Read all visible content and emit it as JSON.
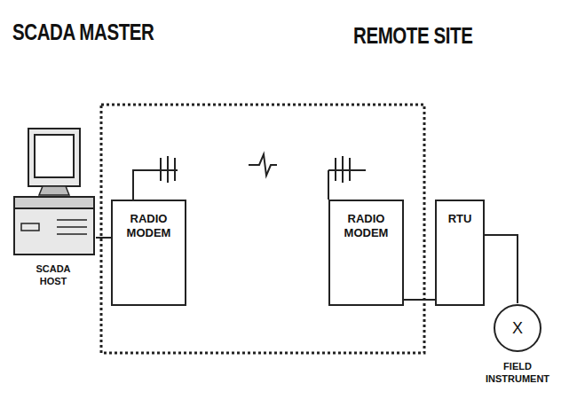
{
  "diagram": {
    "nodes": [
      {
        "text": [
          "SCADA HOST"
        ]
      },
      {
        "text": [
          "RADIO MODEM"
        ]
      },
      {
        "text": [
          "RADIO MODEM"
        ]
      },
      {
        "text": [
          "RTU"
        ]
      },
      {
        "text": [
          "X",
          "FIELD INSTRUMENT"
        ]
      }
    ],
    "edges": [
      {
        "from": 0,
        "to": 1,
        "arrow": "none"
      },
      {
        "from": 2,
        "to": 3,
        "arrow": "none"
      },
      {
        "from": 3,
        "to": 4,
        "arrow": "none"
      }
    ],
    "labels": [
      "SCADA MASTER",
      "REMOTE SITE"
    ]
  }
}
